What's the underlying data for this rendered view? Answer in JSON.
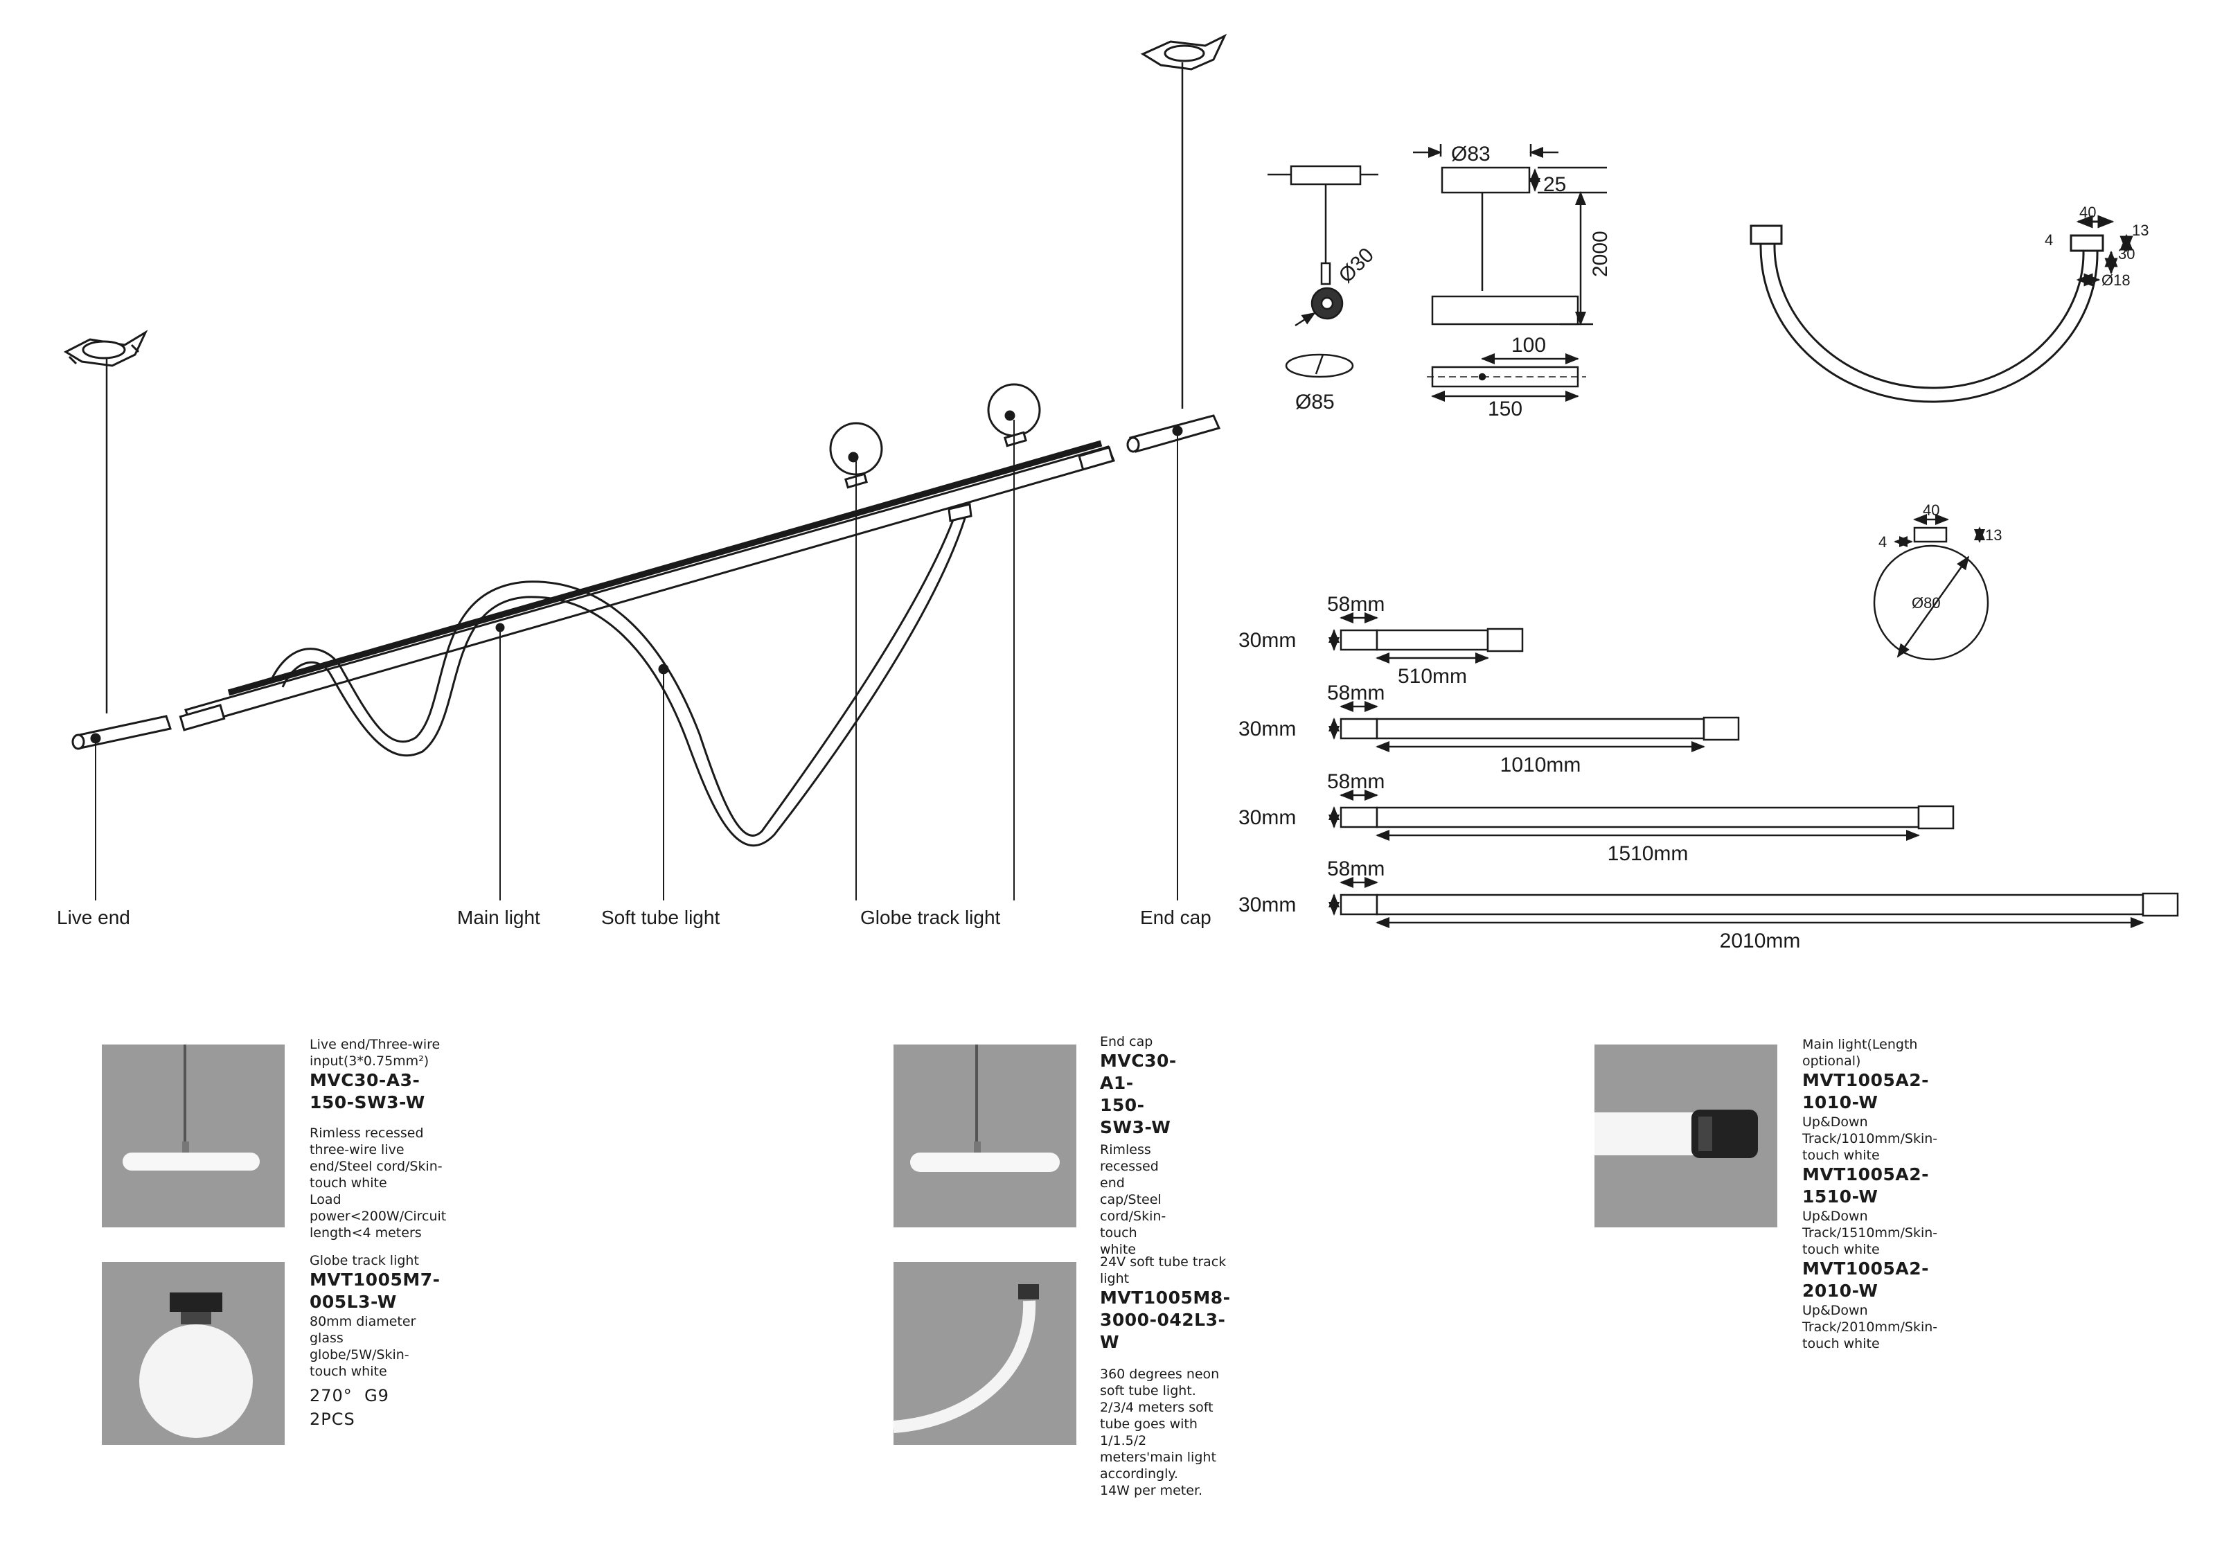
{
  "main_diagram": {
    "callouts": {
      "live_end": "Live end",
      "main_light": "Main light",
      "soft_tube_light": "Soft tube light",
      "globe_track_light": "Globe track light",
      "end_cap": "End cap"
    }
  },
  "dimension_drawings": {
    "canopy": {
      "d83": "Ø83",
      "h25": "25",
      "h2000": "2000",
      "w100": "100",
      "w150": "150",
      "d30": "Ø30",
      "d85": "Ø85"
    },
    "soft_tube": {
      "w40": "40",
      "h13": "13",
      "h30": "30",
      "d18": "Ø18",
      "t4": "4"
    },
    "globe": {
      "w40": "40",
      "h13": "13",
      "t4": "4",
      "d80": "Ø80"
    },
    "tracks": [
      {
        "head": "58mm",
        "dia": "30mm",
        "length": "510mm"
      },
      {
        "head": "58mm",
        "dia": "30mm",
        "length": "1010mm"
      },
      {
        "head": "58mm",
        "dia": "30mm",
        "length": "1510mm"
      },
      {
        "head": "58mm",
        "dia": "30mm",
        "length": "2010mm"
      }
    ]
  },
  "products": {
    "live_end": {
      "title": "Live end/Three-wire input(3*0.75mm²)",
      "code": "MVC30-A3-150-SW3-W",
      "desc1": "Rimless recessed three-wire live end/Steel cord/Skin-touch white",
      "desc2": "Load power<200W/Circuit length<4 meters"
    },
    "end_cap": {
      "title": "End cap",
      "code": "MVC30-A1-150-SW3-W",
      "desc1": "Rimless recessed end cap/Steel cord/Skin-touch white"
    },
    "main_light": {
      "title": "Main light(Length optional)",
      "items": [
        {
          "code": "MVT1005A2-1010-W",
          "desc": "Up&Down Track/1010mm/Skin-touch white"
        },
        {
          "code": "MVT1005A2-1510-W",
          "desc": "Up&Down Track/1510mm/Skin-touch white"
        },
        {
          "code": "MVT1005A2-2010-W",
          "desc": "Up&Down Track/2010mm/Skin-touch white"
        }
      ]
    },
    "globe": {
      "title": "Globe track light",
      "code": "MVT1005M7-005L3-W",
      "desc1": "80mm diameter glass globe/5W/Skin-touch white",
      "angle": "270°",
      "base": "G9",
      "qty": "2PCS"
    },
    "soft_tube": {
      "title": "24V soft tube track light",
      "code": "MVT1005M8-3000-042L3-W",
      "desc1": "360 degrees neon soft tube light.",
      "desc2": "2/3/4 meters soft tube goes with 1/1.5/2 meters'main light accordingly.",
      "desc3": "14W per meter."
    }
  }
}
